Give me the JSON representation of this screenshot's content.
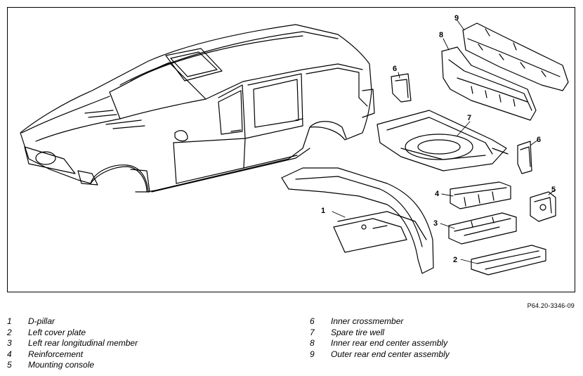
{
  "figure": {
    "reference": "P64.20-3346-09",
    "callouts": [
      "1",
      "2",
      "3",
      "4",
      "5",
      "6",
      "7",
      "8",
      "9"
    ]
  },
  "legend": [
    {
      "num": "1",
      "text": "D-pillar"
    },
    {
      "num": "2",
      "text": "Left cover plate"
    },
    {
      "num": "3",
      "text": "Left rear longitudinal member"
    },
    {
      "num": "4",
      "text": "Reinforcement"
    },
    {
      "num": "5",
      "text": "Mounting console"
    },
    {
      "num": "6",
      "text": "Inner crossmember"
    },
    {
      "num": "7",
      "text": "Spare tire well"
    },
    {
      "num": "8",
      "text": "Inner rear end center assembly"
    },
    {
      "num": "9",
      "text": "Outer rear end center assembly"
    }
  ]
}
